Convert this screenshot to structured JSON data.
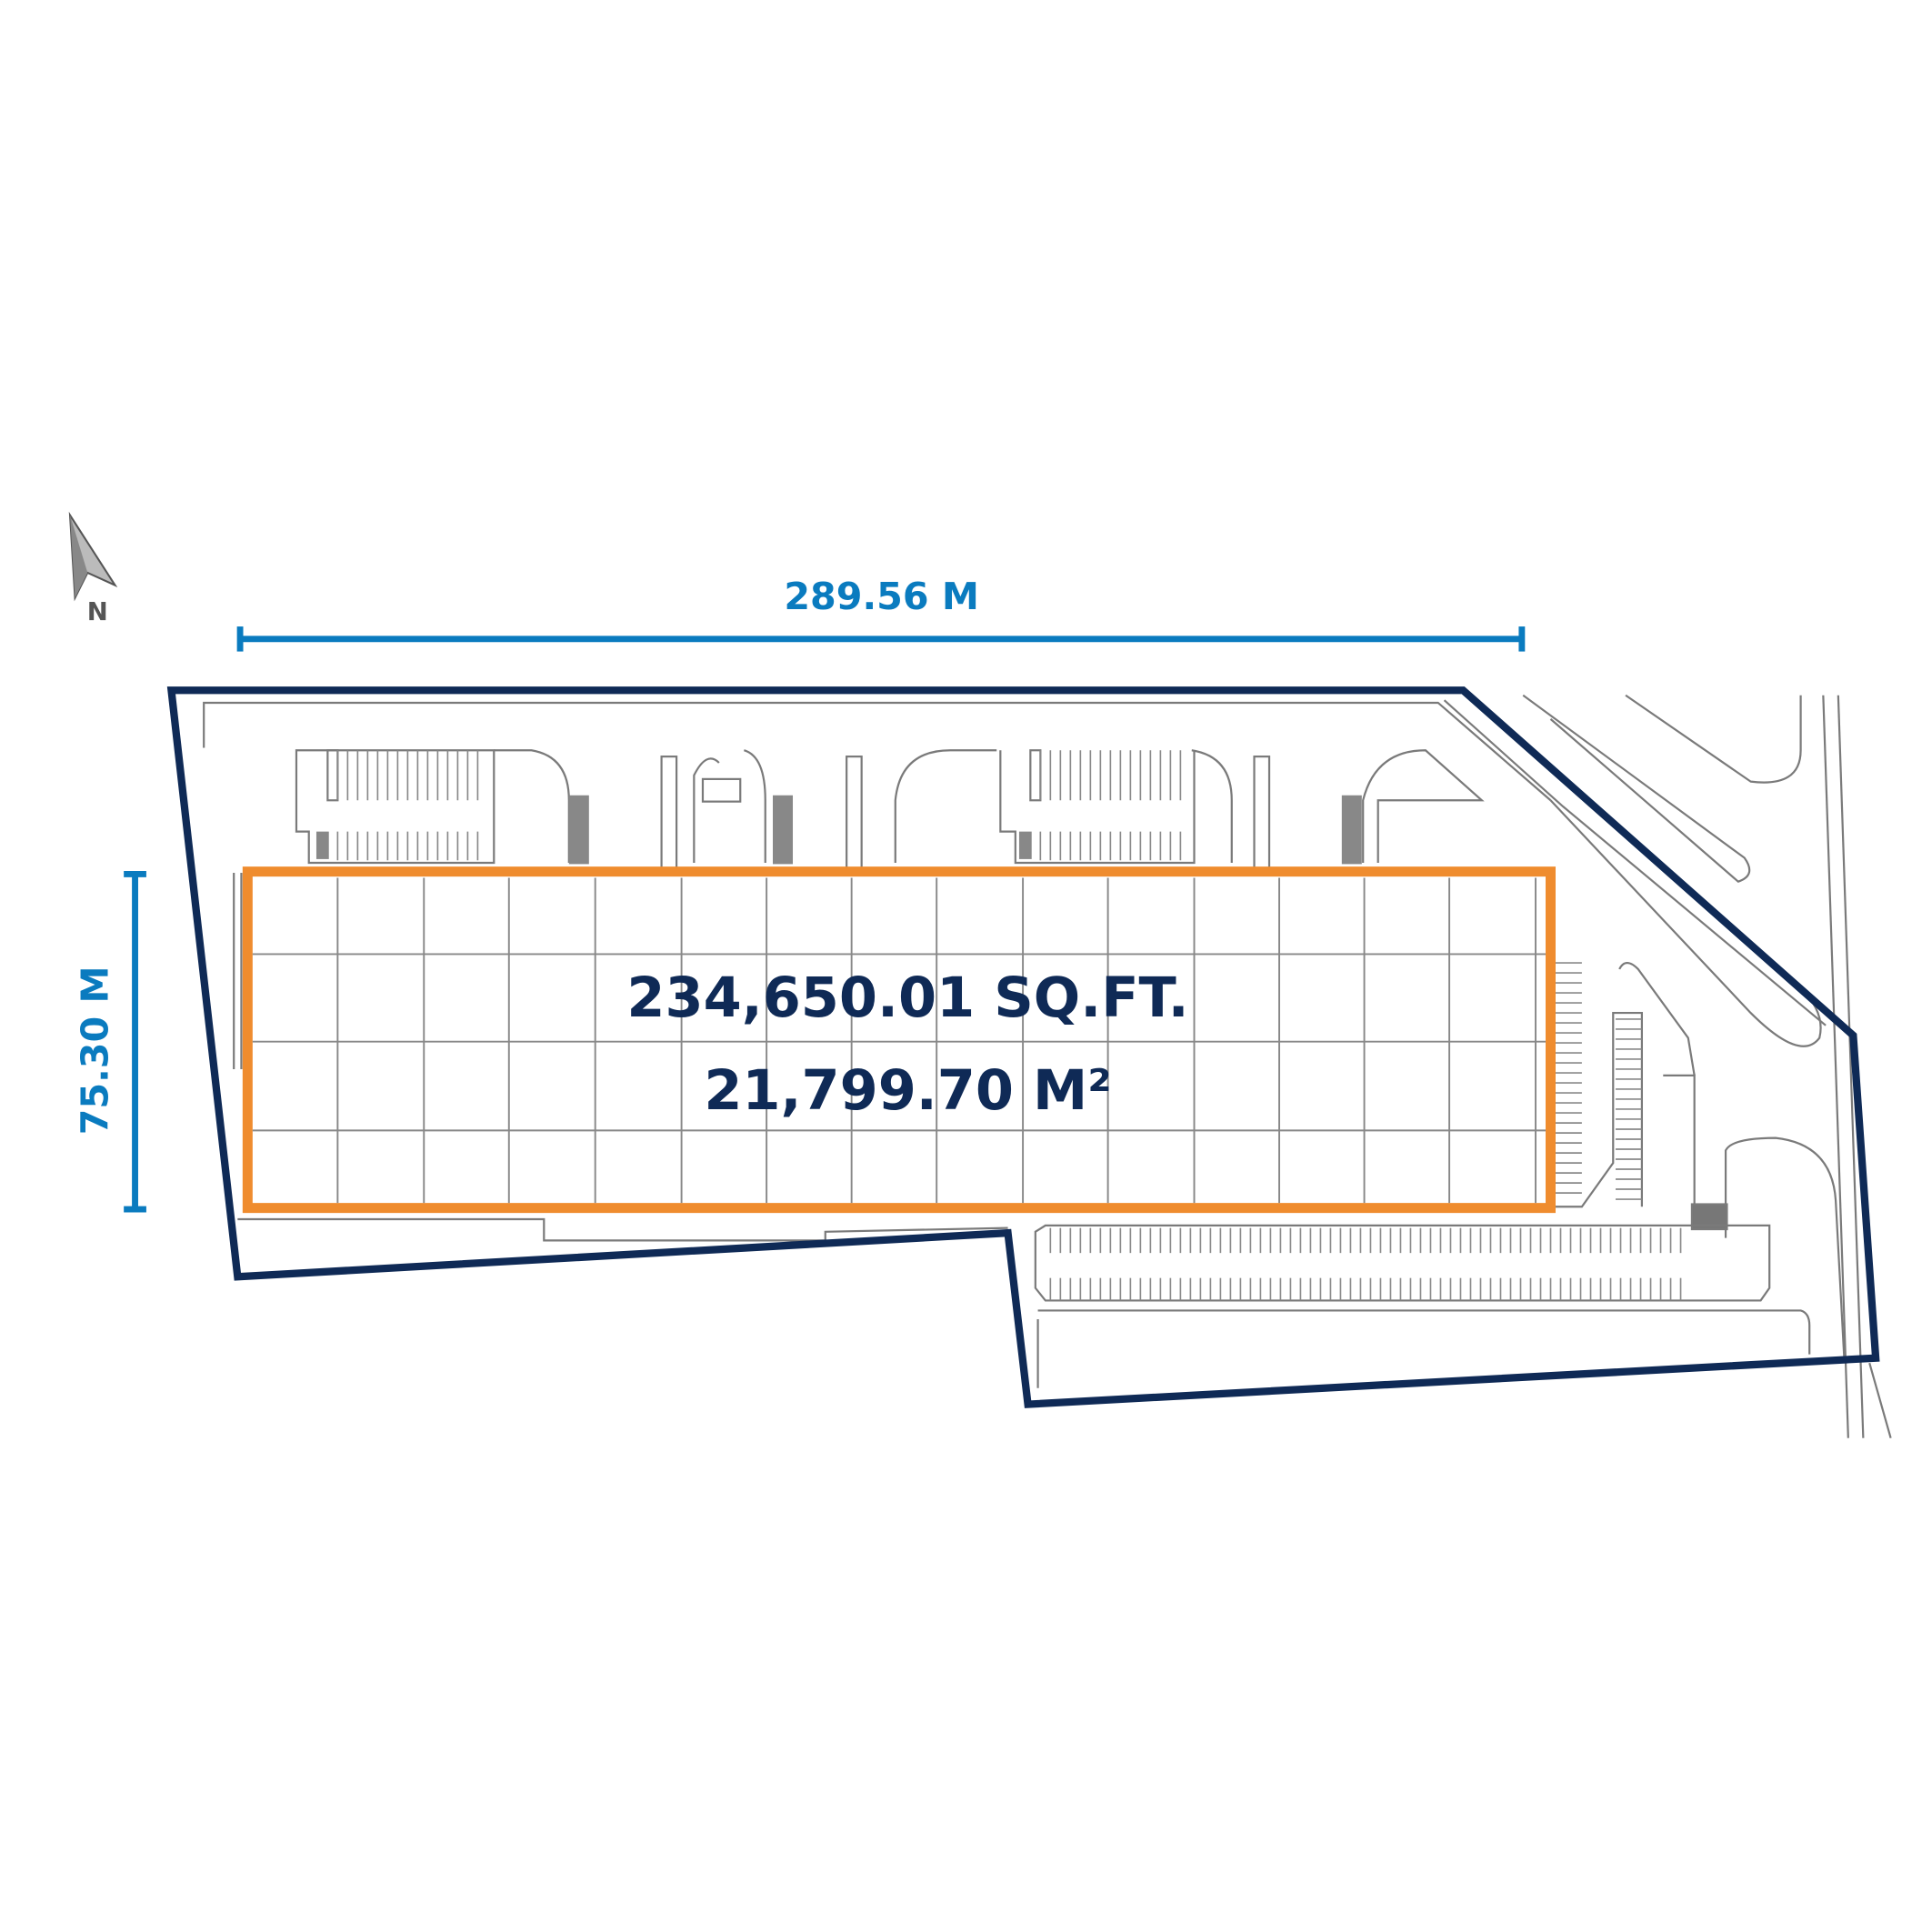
{
  "compass": {
    "label": "N"
  },
  "dimensions": {
    "width": "289.56 M",
    "depth": "75.30 M"
  },
  "building": {
    "area_sqft": "234,650.01 SQ.FT.",
    "area_m2": "21,799.70 M²"
  },
  "colors": {
    "boundary": "#0f2a56",
    "building": "#ef8c2e",
    "dimension": "#0a7bbf",
    "site_lines": "#7a7a7a"
  }
}
